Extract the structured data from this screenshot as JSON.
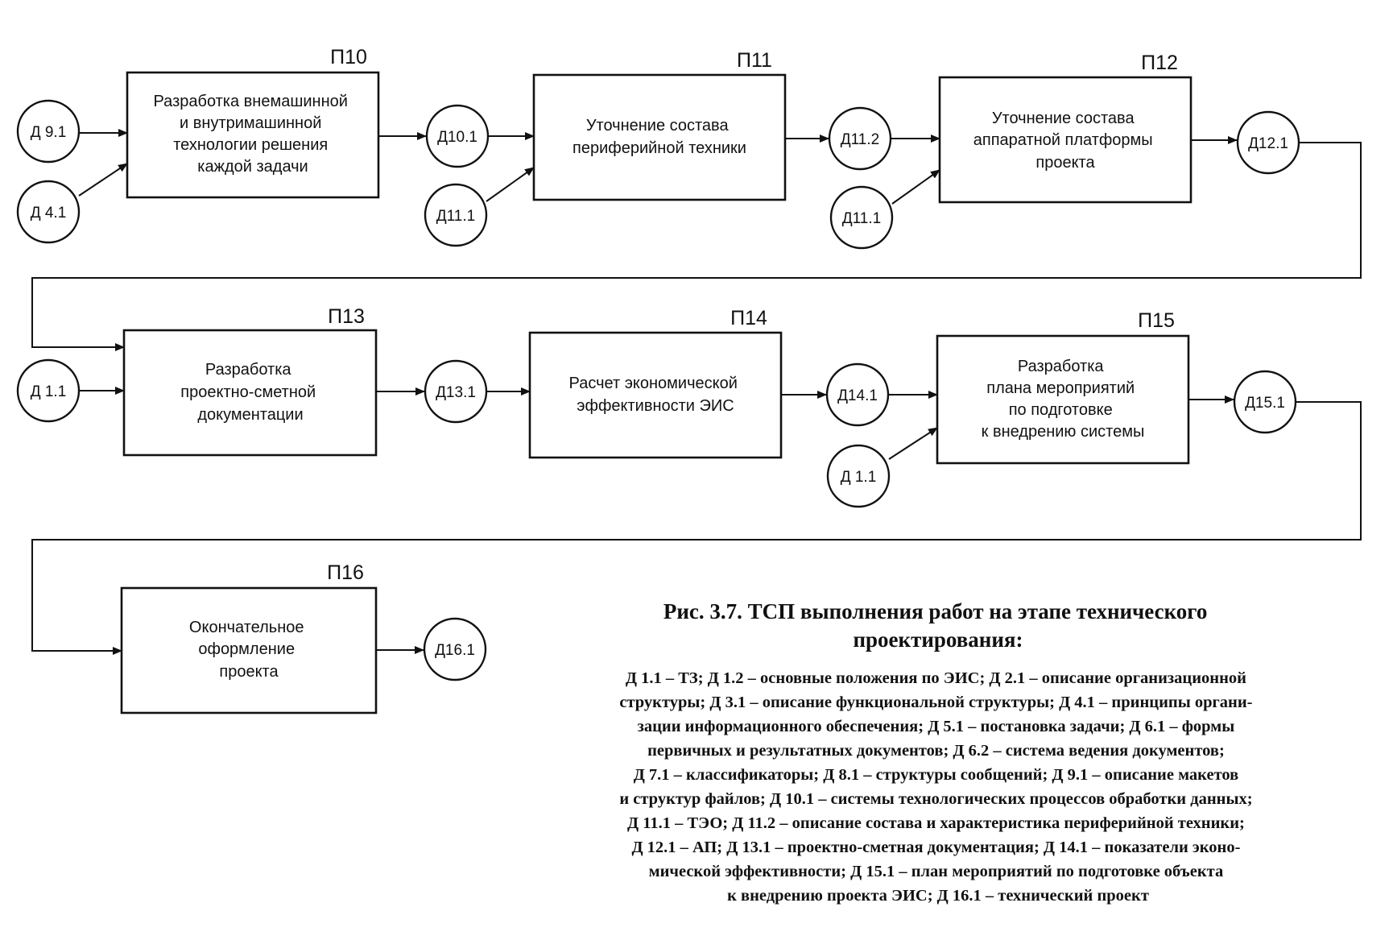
{
  "processes": [
    {
      "id": "p10",
      "label": "П10",
      "lines": [
        "Разработка внемашинной",
        "и внутримашинной",
        "технологии решения",
        "каждой задачи"
      ]
    },
    {
      "id": "p11",
      "label": "П11",
      "lines": [
        "Уточнение состава",
        "периферийной техники"
      ]
    },
    {
      "id": "p12",
      "label": "П12",
      "lines": [
        "Уточнение состава",
        "аппаратной платформы",
        "проекта"
      ]
    },
    {
      "id": "p13",
      "label": "П13",
      "lines": [
        "Разработка",
        "проектно-сметной",
        "документации"
      ]
    },
    {
      "id": "p14",
      "label": "П14",
      "lines": [
        "Расчет экономической",
        "эффективности ЭИС"
      ]
    },
    {
      "id": "p15",
      "label": "П15",
      "lines": [
        "Разработка",
        "плана мероприятий",
        "по подготовке",
        "к внедрению системы"
      ]
    },
    {
      "id": "p16",
      "label": "П16",
      "lines": [
        "Окончательное",
        "оформление",
        "проекта"
      ]
    }
  ],
  "documents": [
    {
      "id": "d9_1",
      "label": "Д 9.1"
    },
    {
      "id": "d4_1",
      "label": "Д 4.1"
    },
    {
      "id": "d10_1",
      "label": "Д10.1"
    },
    {
      "id": "d11_1a",
      "label": "Д11.1"
    },
    {
      "id": "d11_2",
      "label": "Д11.2"
    },
    {
      "id": "d11_1b",
      "label": "Д11.1"
    },
    {
      "id": "d12_1",
      "label": "Д12.1"
    },
    {
      "id": "d1_1a",
      "label": "Д 1.1"
    },
    {
      "id": "d13_1",
      "label": "Д13.1"
    },
    {
      "id": "d14_1",
      "label": "Д14.1"
    },
    {
      "id": "d1_1b",
      "label": "Д 1.1"
    },
    {
      "id": "d15_1",
      "label": "Д15.1"
    },
    {
      "id": "d16_1",
      "label": "Д16.1"
    }
  ],
  "caption": {
    "title_lines": [
      "Рис. 3.7. ТСП выполнения работ на этапе технического",
      "проектирования:"
    ],
    "legend_lines": [
      "Д 1.1 – ТЗ; Д 1.2 – основные положения по ЭИС; Д 2.1 – описание организационной",
      "структуры; Д 3.1 – описание функциональной структуры; Д 4.1 – принципы органи-",
      "зации информационного обеспечения; Д 5.1 – постановка задачи; Д 6.1 – формы",
      "первичных и результатных документов; Д 6.2 – система ведения документов;",
      "Д 7.1 – классификаторы; Д 8.1 – структуры сообщений; Д 9.1 – описание макетов",
      "и структур файлов; Д 10.1 – системы технологических процессов обработки данных;",
      "Д 11.1 – ТЭО; Д 11.2 – описание состава и характеристика периферийной техники;",
      "Д 12.1 – АП; Д 13.1 – проектно-сметная документация; Д 14.1 – показатели эконо-",
      "мической эффективности; Д 15.1 – план мероприятий по подготовке объекта",
      "к внедрению проекта ЭИС; Д 16.1 – технический проект"
    ]
  }
}
